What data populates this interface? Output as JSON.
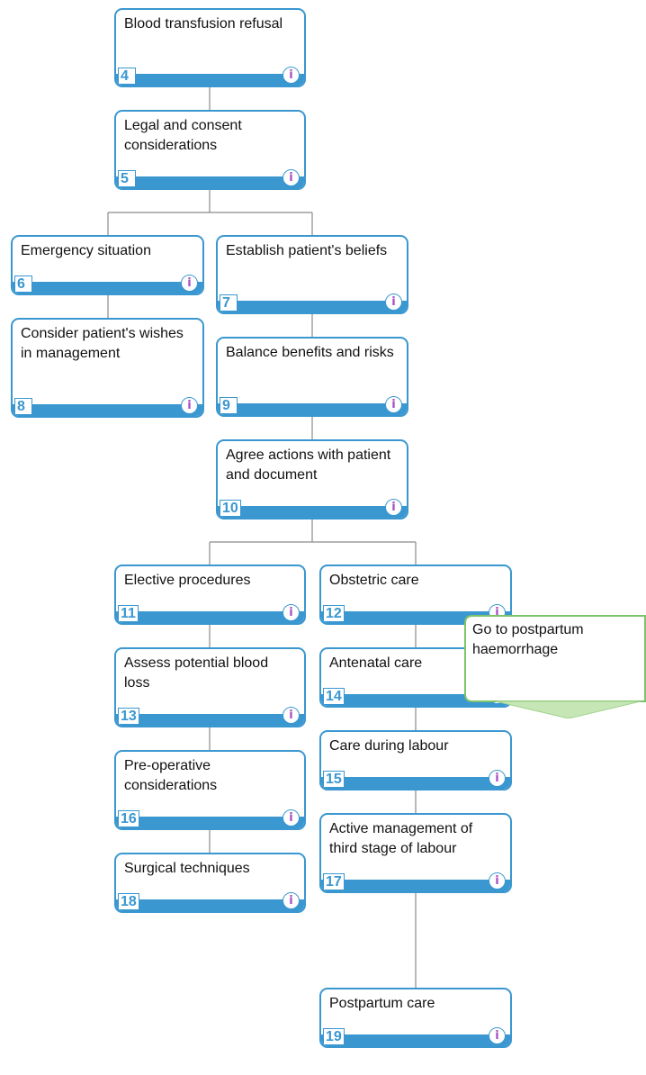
{
  "colors": {
    "node_border": "#3a97d0",
    "info_glyph": "#a64ec2",
    "connector": "#8a8a8a",
    "goto_border": "#7cc36a",
    "goto_arrow": "#c6e6b6"
  },
  "nodes": [
    {
      "id": "blood-transfusion-refusal",
      "label": "Blood transfusion refusal",
      "number": "4"
    },
    {
      "id": "legal-and-consent",
      "label": "Legal and consent considerations",
      "number": "5"
    },
    {
      "id": "emergency-situation",
      "label": "Emergency situation",
      "number": "6"
    },
    {
      "id": "establish-beliefs",
      "label": "Establish patient's beliefs",
      "number": "7"
    },
    {
      "id": "consider-wishes",
      "label": "Consider patient's wishes in management",
      "number": "8"
    },
    {
      "id": "balance-benefits",
      "label": "Balance benefits and risks",
      "number": "9"
    },
    {
      "id": "agree-actions",
      "label": "Agree actions with patient and document",
      "number": "10"
    },
    {
      "id": "elective-procedures",
      "label": "Elective procedures",
      "number": "11"
    },
    {
      "id": "obstetric-care",
      "label": "Obstetric care",
      "number": "12"
    },
    {
      "id": "assess-blood-loss",
      "label": "Assess potential blood loss",
      "number": "13"
    },
    {
      "id": "antenatal-care",
      "label": "Antenatal care",
      "number": "14"
    },
    {
      "id": "care-during-labour",
      "label": "Care during labour",
      "number": "15"
    },
    {
      "id": "pre-operative",
      "label": "Pre-operative considerations",
      "number": "16"
    },
    {
      "id": "active-management",
      "label": "Active management of third stage of labour",
      "number": "17"
    },
    {
      "id": "surgical-techniques",
      "label": "Surgical techniques",
      "number": "18"
    },
    {
      "id": "postpartum-care",
      "label": "Postpartum care",
      "number": "19"
    }
  ],
  "info_glyph": "i",
  "goto": {
    "label": "Go to postpartum haemorrhage"
  }
}
